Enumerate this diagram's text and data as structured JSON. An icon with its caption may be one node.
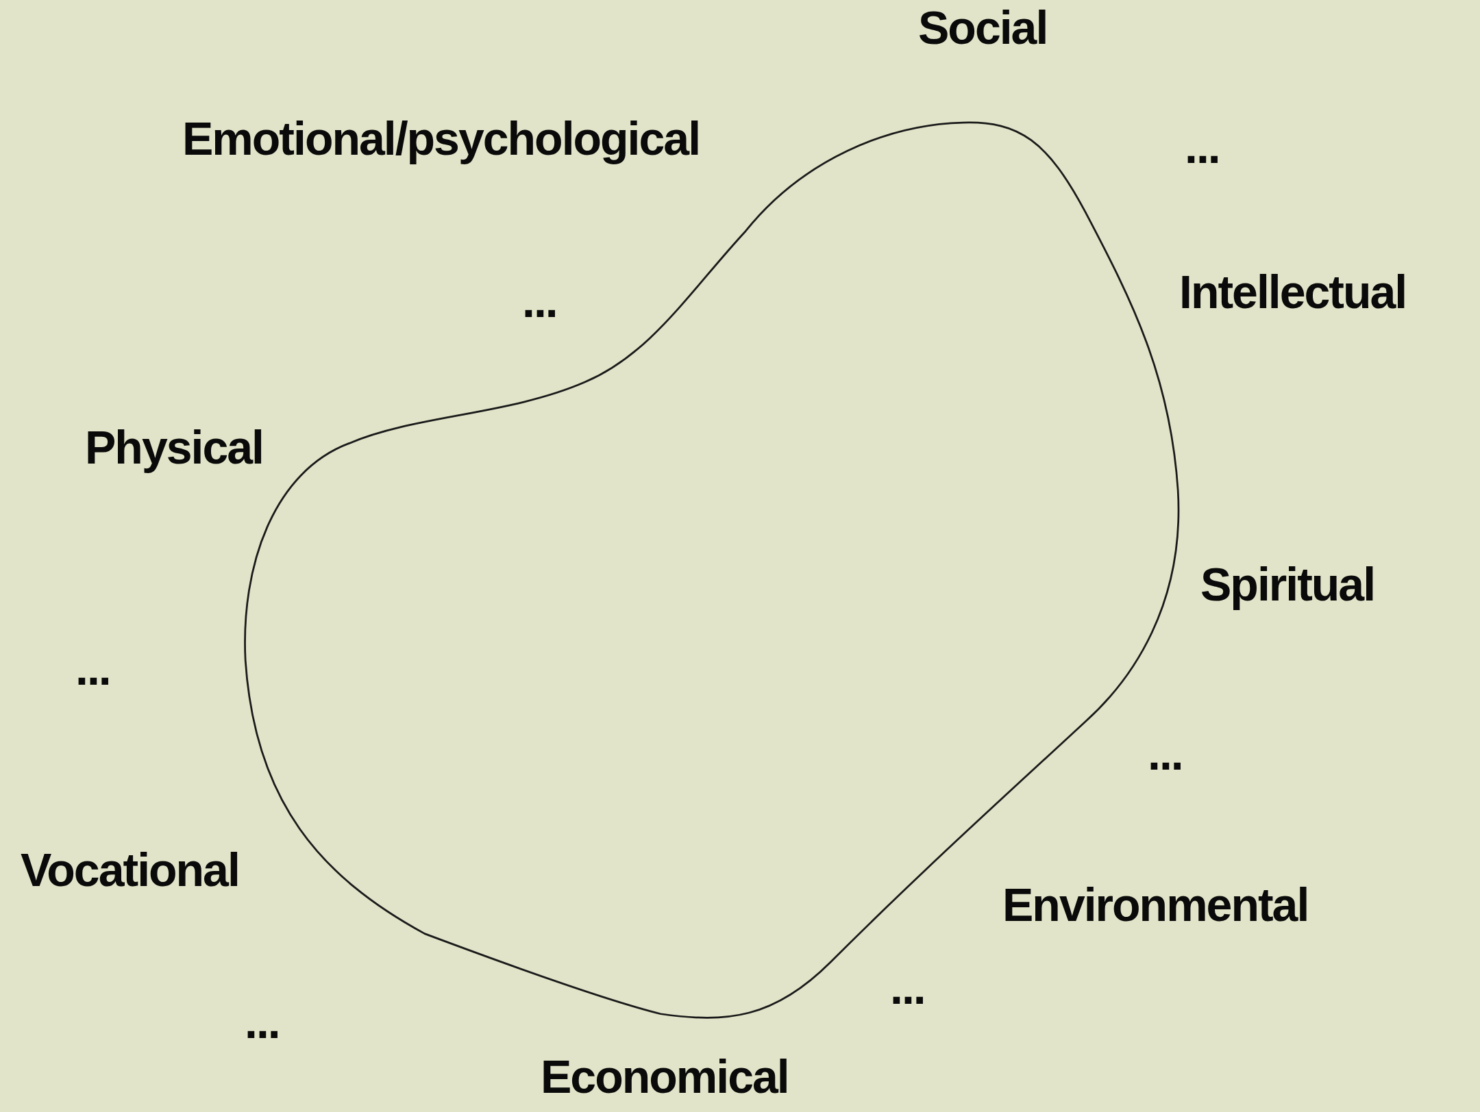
{
  "diagram": {
    "labels": [
      "Social",
      "Emotional/psychological",
      "...",
      "Intellectual",
      "...",
      "Physical",
      "Spiritual",
      "...",
      "...",
      "Vocational",
      "Environmental",
      "...",
      "...",
      "Economical"
    ]
  }
}
